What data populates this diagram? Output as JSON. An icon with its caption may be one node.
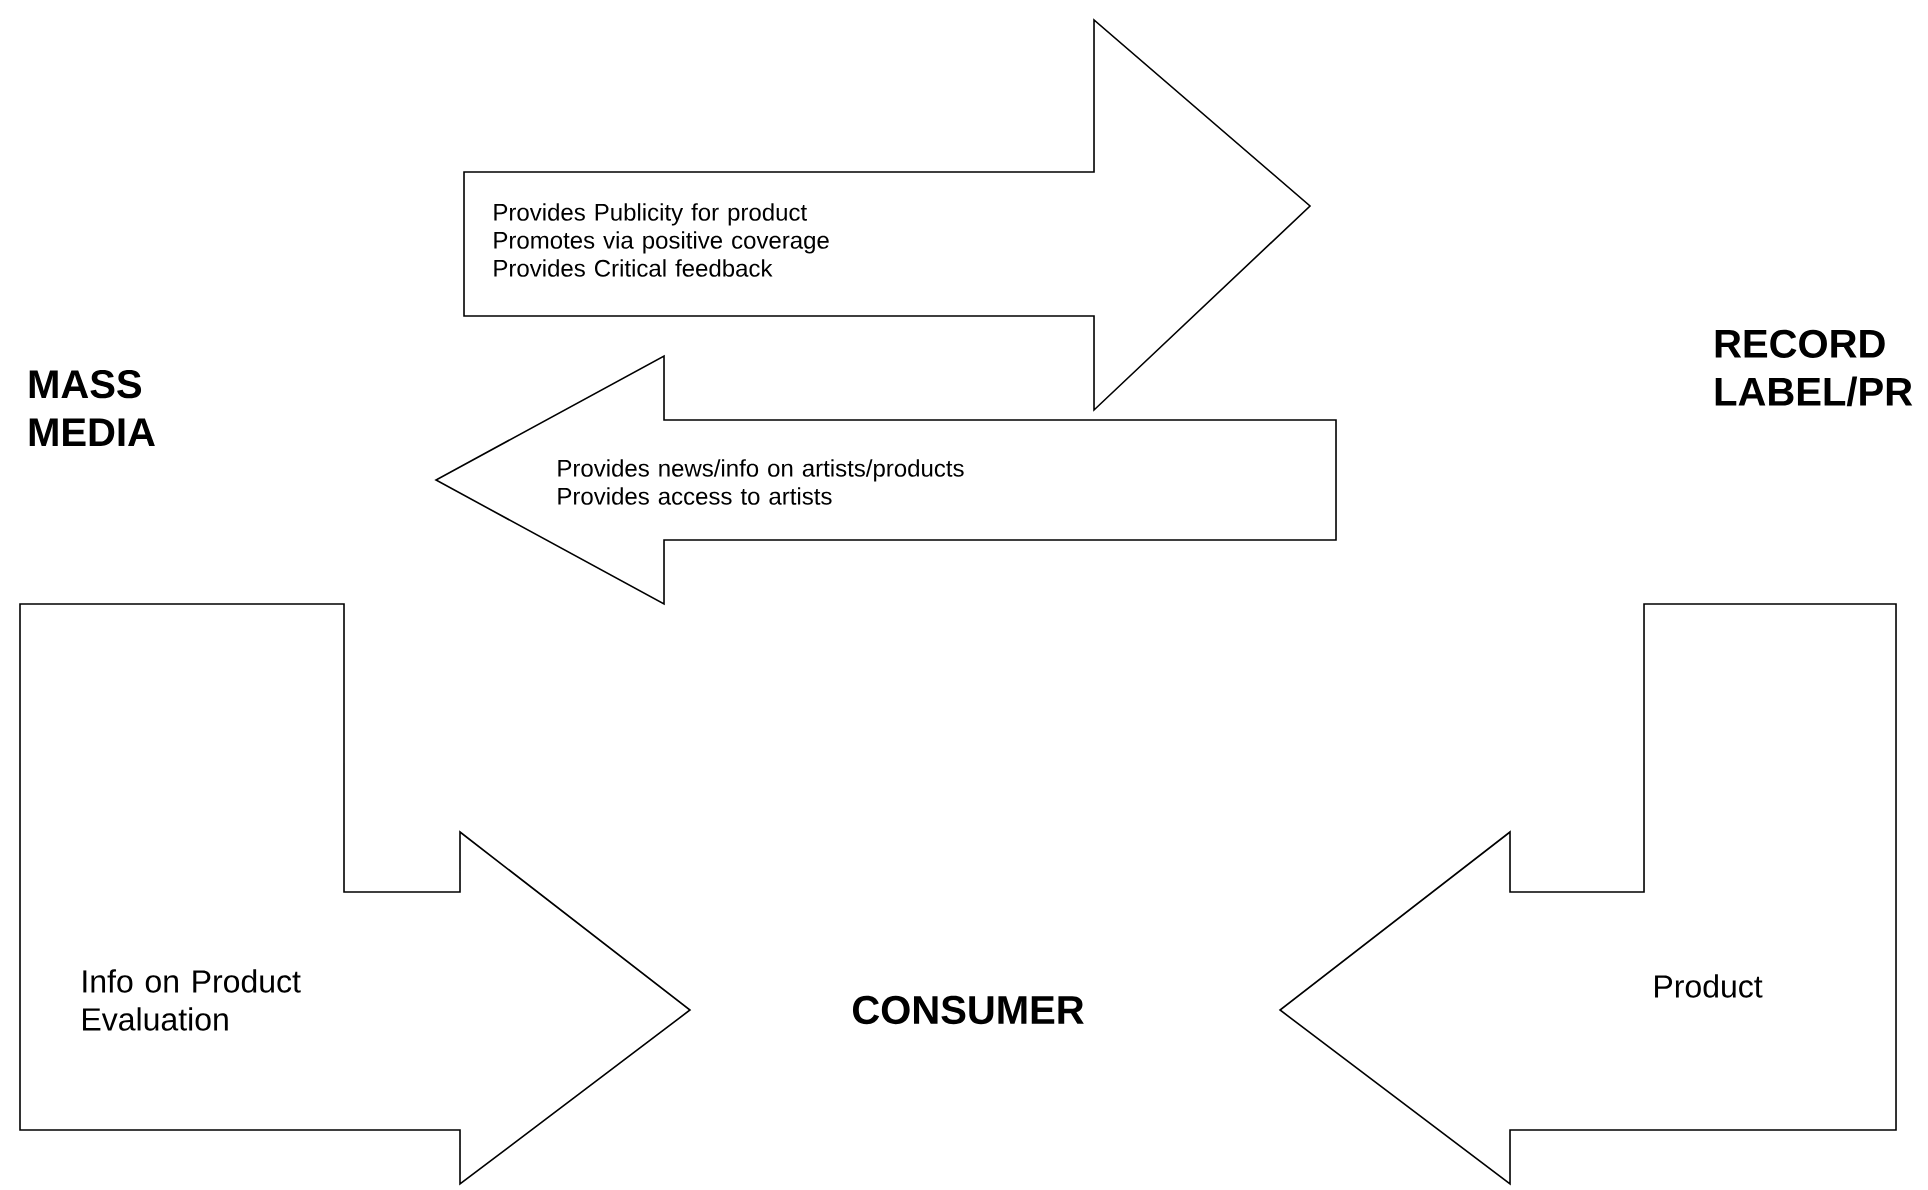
{
  "diagram": {
    "nodes": [
      {
        "text": [
          "MASS MEDIA"
        ]
      },
      {
        "text": [
          "RECORD LABEL/PR"
        ]
      },
      {
        "text": [
          "CONSUMER"
        ]
      }
    ],
    "edges": [
      {
        "from": 0,
        "to": 1,
        "arrow": "to",
        "label": "Provides Publicity for product Promotes via positive coverage Provides Critical feedback"
      },
      {
        "from": 1,
        "to": 0,
        "arrow": "to",
        "label": "Provides news/info on artists/products Provides access to artists"
      },
      {
        "from": 0,
        "to": 2,
        "arrow": "to",
        "label": "Info on Product Evaluation"
      },
      {
        "from": 1,
        "to": 2,
        "arrow": "to",
        "label": "Product"
      }
    ]
  }
}
